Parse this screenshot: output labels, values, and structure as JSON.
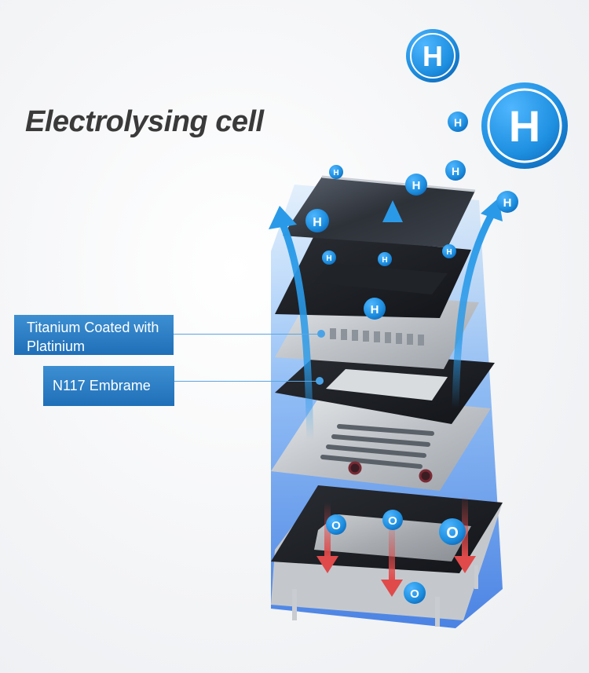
{
  "title": "Electrolysing cell",
  "labels": {
    "titanium_line1": "Titanium Coated with",
    "titanium_line2": "Platinium",
    "membrane": "N117  Embrame"
  },
  "molecules": {
    "hydrogen": "H",
    "oxygen": "O"
  },
  "colors": {
    "hydrogen_blue": "#1e8fe0",
    "flow_arrow_up": "#2a9ae8",
    "flow_arrow_down": "#e04a4a",
    "label_bg": "#2a7cc4",
    "glow": "#3f8df0"
  }
}
